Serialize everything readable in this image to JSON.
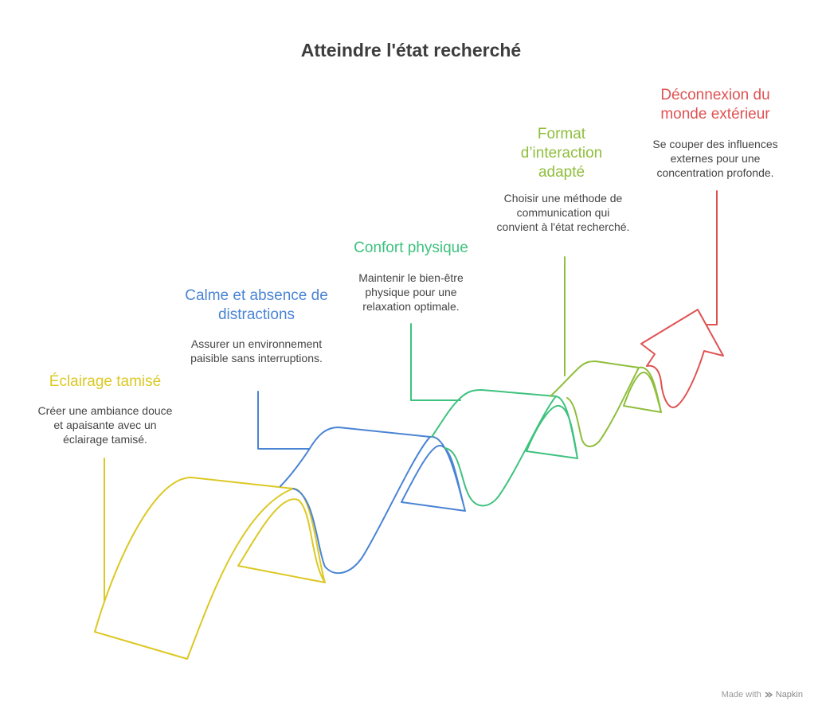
{
  "title": "Atteindre l'état recherché",
  "steps": [
    {
      "title": "Éclairage tamisé",
      "description": "Créer une ambiance douce et apaisante avec un éclairage tamisé.",
      "color": "#dcc824"
    },
    {
      "title": "Calme et absence de distractions",
      "description": "Assurer un environnement paisible sans interruptions.",
      "color": "#4a84d4"
    },
    {
      "title": "Confort physique",
      "description": "Maintenir le bien-être physique pour une relaxation optimale.",
      "color": "#3ec27e"
    },
    {
      "title": "Format d’interaction adapté",
      "description": "Choisir une méthode de communication qui convient à l'état recherché.",
      "color": "#8fbe3c"
    },
    {
      "title": "Déconnexion du monde extérieur",
      "description": "Se couper des influences externes pour une concentration profonde.",
      "color": "#e05252"
    }
  ],
  "footer": {
    "made_with": "Made with",
    "brand": "Napkin"
  }
}
